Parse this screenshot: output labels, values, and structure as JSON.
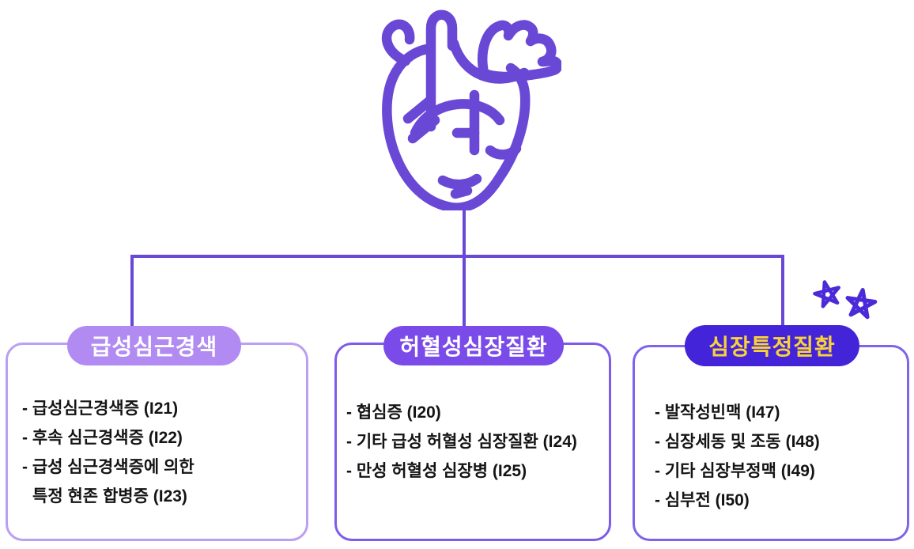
{
  "diagram": {
    "description": "Heart disease classification diagram with anatomical heart icon branching to three categories",
    "root_icon": "anatomical-heart-icon",
    "colors": {
      "connector_line": "#6A48D6",
      "heart_icon": "#6A48D6",
      "box1_border": "#BA9FF3",
      "box2_border": "#7F5BE9",
      "box3_border": "#7F63EB",
      "pill1_bg": "#B18BF2",
      "pill1_text": "#FFFFFF",
      "pill2_bg": "#7A4BE8",
      "pill2_text": "#FFFFFF",
      "pill3_bg": "#4424D9",
      "pill3_text": "#F8D23B",
      "star_doodle": "#4B2BD8",
      "item_text": "#141414",
      "background": "#FFFFFF"
    },
    "groups": [
      {
        "title": "급성심근경색",
        "items": [
          {
            "text": "- 급성심근경색증 (I21)",
            "indent": false
          },
          {
            "text": "- 후속 심근경색증 (I22)",
            "indent": false
          },
          {
            "text": "- 급성 심근경색증에 의한",
            "indent": false
          },
          {
            "text": "특정 현존 합병증 (I23)",
            "indent": true
          }
        ]
      },
      {
        "title": "허혈성심장질환",
        "items": [
          {
            "text": "- 협심증 (I20)",
            "indent": false
          },
          {
            "text": "- 기타 급성 허혈성 심장질환 (I24)",
            "indent": false
          },
          {
            "text": "- 만성 허혈성 심장병 (I25)",
            "indent": false
          }
        ]
      },
      {
        "title": "심장특정질환",
        "decoration": "two-star-doodles",
        "items": [
          {
            "text": "- 발작성빈맥 (I47)",
            "indent": false
          },
          {
            "text": "- 심장세동 및 조동 (I48)",
            "indent": false
          },
          {
            "text": "- 기타 심장부정맥 (I49)",
            "indent": false
          },
          {
            "text": "- 심부전 (I50)",
            "indent": false
          }
        ]
      }
    ]
  }
}
